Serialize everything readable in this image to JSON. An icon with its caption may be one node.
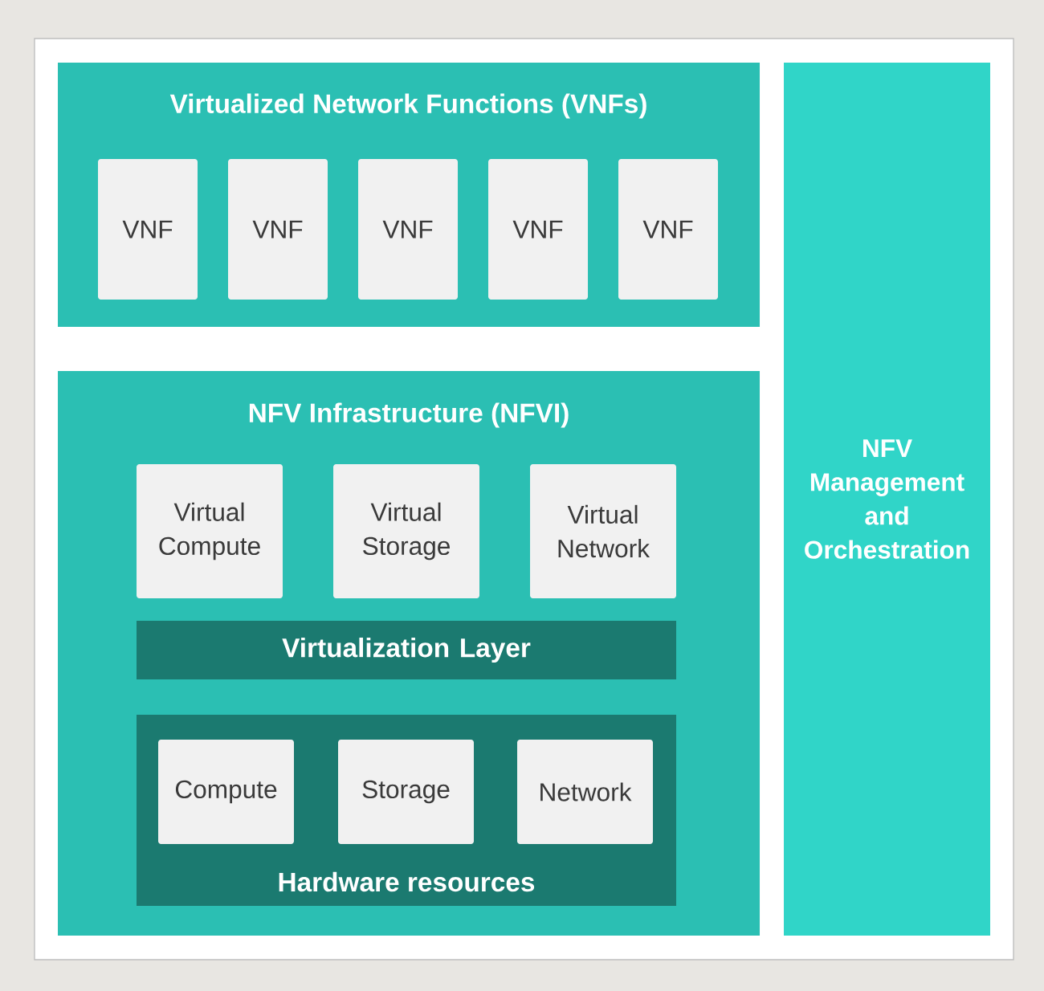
{
  "diagram": {
    "nodes": [
      {
        "text": [
          "Virtualized Network Functions (VNFs)"
        ]
      },
      {
        "text": [
          "VNF"
        ],
        "in": 0
      },
      {
        "text": [
          "VNF"
        ],
        "in": 0
      },
      {
        "text": [
          "VNF"
        ],
        "in": 0
      },
      {
        "text": [
          "VNF"
        ],
        "in": 0
      },
      {
        "text": [
          "VNF"
        ],
        "in": 0
      },
      {
        "text": [
          "NFV Infrastructure (NFVI)"
        ]
      },
      {
        "text": [
          "Virtual Compute"
        ],
        "in": 6
      },
      {
        "text": [
          "Virtual Storage"
        ],
        "in": 6
      },
      {
        "text": [
          "Virtual Network"
        ],
        "in": 6
      },
      {
        "text": [
          "Virtualization Layer"
        ],
        "in": 6
      },
      {
        "text": [
          "Hardware resources"
        ],
        "in": 6
      },
      {
        "text": [
          "Compute"
        ],
        "in": 11
      },
      {
        "text": [
          "Storage"
        ],
        "in": 11
      },
      {
        "text": [
          "Network"
        ],
        "in": 11
      },
      {
        "text": [
          "NFV Management and Orchestration"
        ]
      }
    ]
  }
}
